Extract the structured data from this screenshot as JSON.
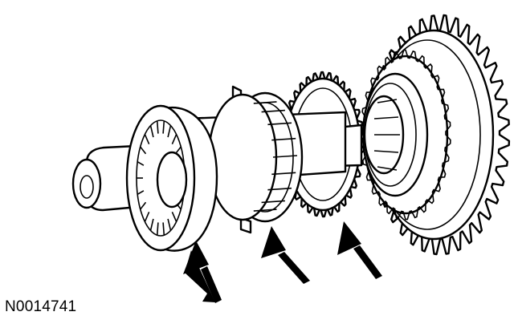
{
  "figure": {
    "reference_code": "N0014741",
    "components": [
      "shaft",
      "shift-sleeve",
      "blocking-ring",
      "synchro-ring",
      "gear"
    ],
    "callout_arrow_count": 3
  }
}
